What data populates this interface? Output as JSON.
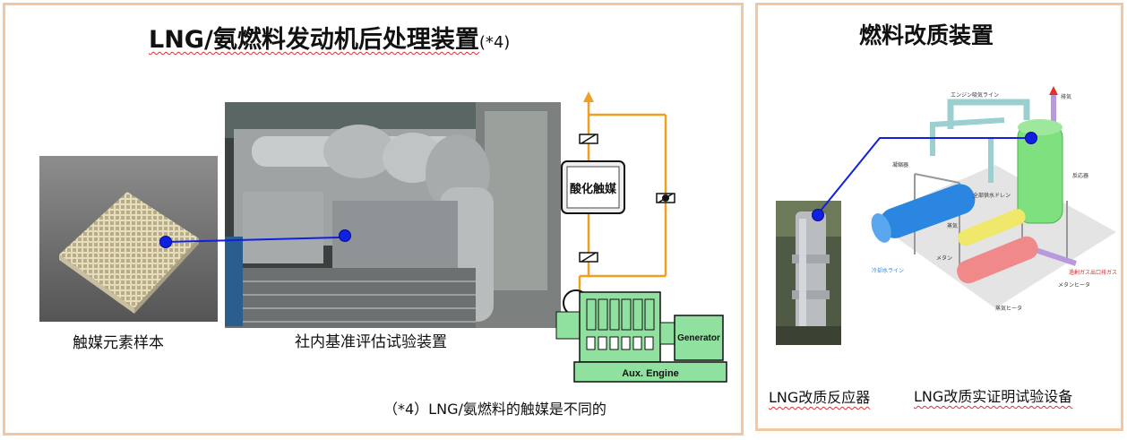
{
  "left_panel": {
    "title_main": "LNG/氨燃料发动机后处理装置",
    "title_suffix": "(*4)",
    "captions": {
      "catalyst_sample": "触媒元素样本",
      "test_rig": "社内基准评估试验装置"
    },
    "note": "（*4）LNG/氨燃料的触媒是不同的",
    "diagram": {
      "catalyst_box_label": "酸化触媒",
      "generator_label": "Generator",
      "engine_label": "Aux. Engine"
    }
  },
  "right_panel": {
    "title": "燃料改质装置",
    "captions": {
      "reactor": "LNG改质反应器",
      "equipment": "LNG改质实证明试验设备"
    },
    "plant_labels": {
      "exhaust": "排気",
      "engine_exhaust_line": "エンジン吸気ライン",
      "condenser": "凝縮器",
      "reactor": "反応器",
      "water_drain": "全部供水ドレン",
      "steam": "蒸気",
      "methane": "メタン",
      "methane_heater": "メタンヒータ",
      "steam_heater": "蒸気ヒータ",
      "cooling_water_line": "冷却水ライン",
      "gas_outlet": "過剰ガス出口排ガス"
    }
  },
  "colors": {
    "panel_border": "#f4c7a1",
    "pipe_orange": "#f0a020",
    "engine_green": "#90e0a0",
    "marker_blue": "#1020e0"
  }
}
